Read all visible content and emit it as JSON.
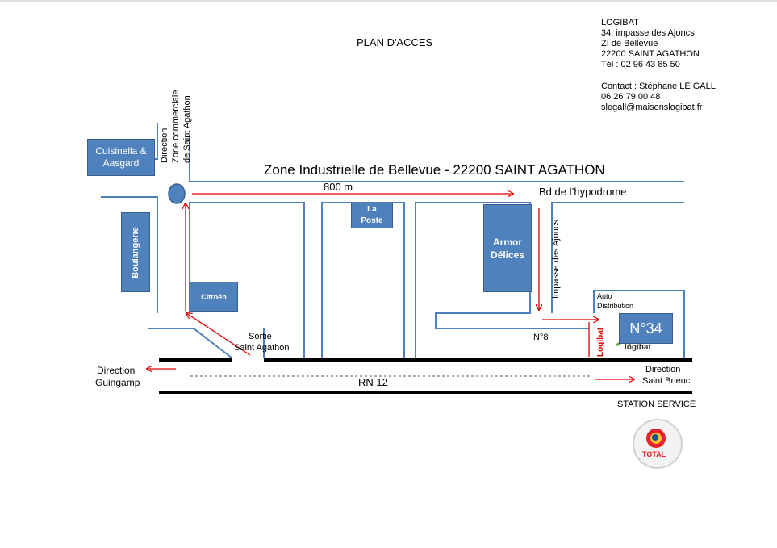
{
  "title": "PLAN D'ACCES",
  "company": {
    "lines": [
      "LOGIBAT",
      "34, impasse des Ajoncs",
      "ZI de Bellevue",
      "22200 SAINT AGATHON",
      "Tél : 02 96 43 85 50"
    ],
    "contact_lines": [
      "Contact : Stéphane LE GALL",
      "06 26 79 00 48",
      "slegall@maisonslogibat.fr"
    ]
  },
  "zone_label": "Zone Industrielle de Bellevue - 22200 SAINT AGATHON",
  "distance_label": "800 m",
  "roads": {
    "bd_hypodrome": "Bd de l’hypodrome",
    "impasse": "Impasse des Ajoncs",
    "rn12": "RN 12",
    "n8": "N°8"
  },
  "directions": {
    "zone_commerciale": [
      "Direction",
      "Zone commerciale",
      "de  Saint Agathon"
    ],
    "guingamp": [
      "Direction",
      "Guingamp"
    ],
    "saint_brieuc": [
      "Direction",
      "Saint Brieuc"
    ],
    "sortie": [
      "Sortie",
      "Saint Agathon"
    ]
  },
  "buildings": {
    "cuisinella": "Cuisinella & Aasgard",
    "boulangerie": "Boulangerie",
    "citroen": "Citroën",
    "la_poste": "La Poste",
    "armor": "Armor Délices",
    "n34": "N°34",
    "auto_distribution": "Auto Distribution",
    "logibat_vertical": "Logibat"
  },
  "logos": {
    "logibat": "logibat",
    "total": "TOTAL"
  },
  "station_label": "STATION SERVICE",
  "colors": {
    "building": "#4f81bd",
    "road_line": "#4f81bd",
    "arrow": "#e00000",
    "rn": "#000000"
  }
}
